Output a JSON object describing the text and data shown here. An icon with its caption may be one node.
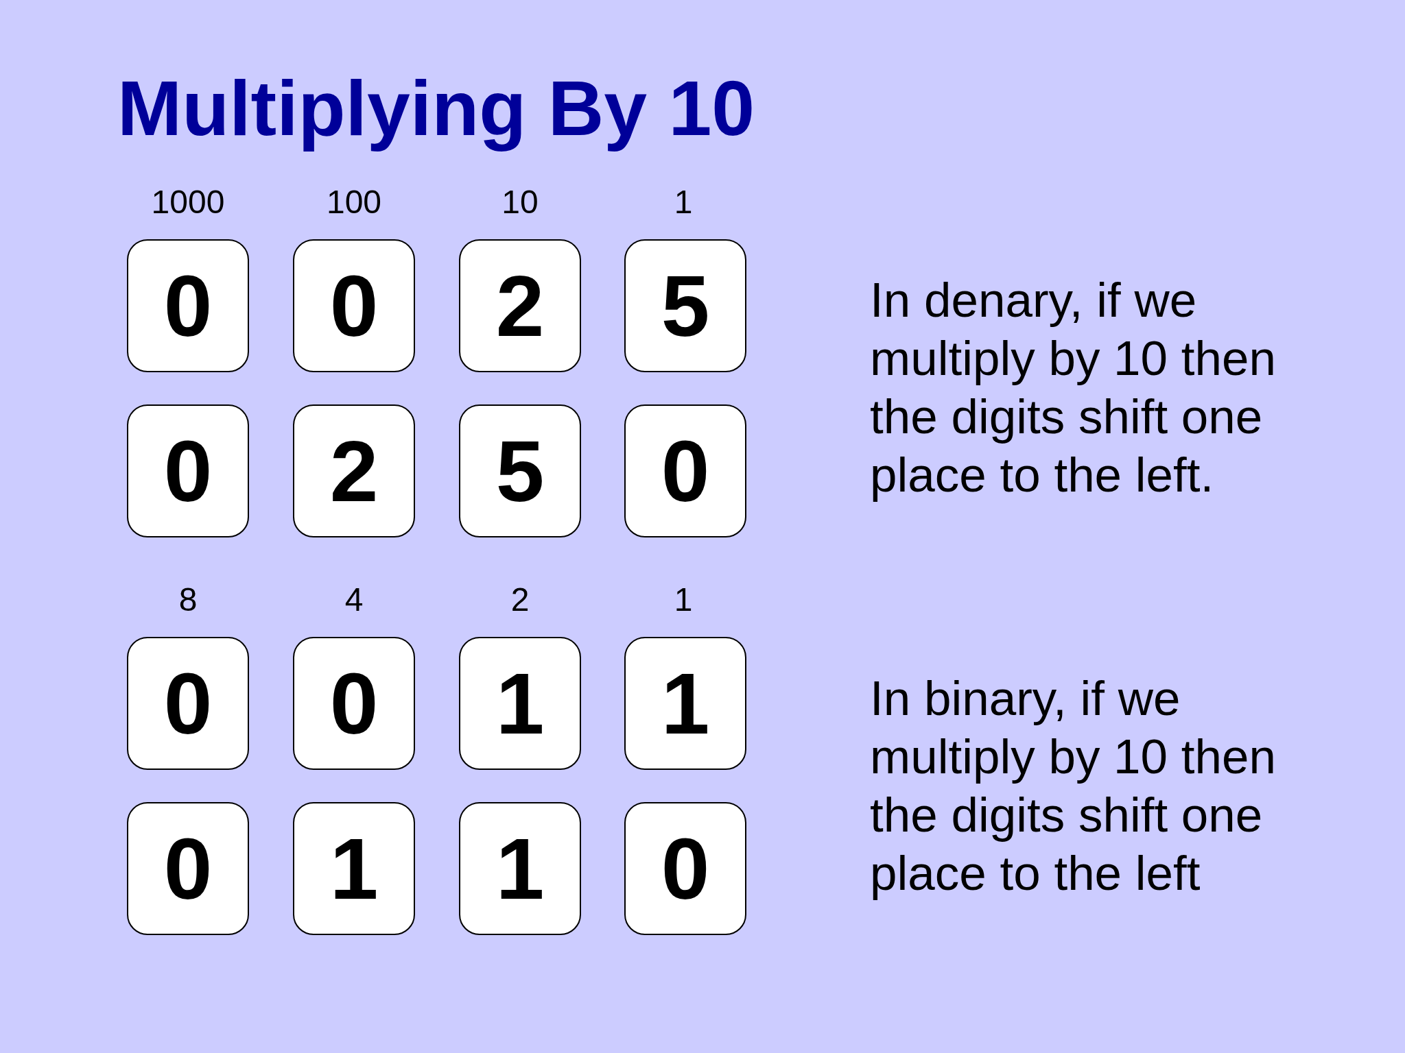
{
  "diagram": {
    "title": "Multiplying By 10",
    "nodes": [
      {
        "text": [
          "0"
        ]
      },
      {
        "text": [
          "0"
        ]
      },
      {
        "text": [
          "2"
        ]
      },
      {
        "text": [
          "5"
        ]
      },
      {
        "text": [
          "0"
        ]
      },
      {
        "text": [
          "2"
        ]
      },
      {
        "text": [
          "5"
        ]
      },
      {
        "text": [
          "0"
        ]
      },
      {
        "text": [
          "0"
        ]
      },
      {
        "text": [
          "0"
        ]
      },
      {
        "text": [
          "1"
        ]
      },
      {
        "text": [
          "1"
        ]
      },
      {
        "text": [
          "0"
        ]
      },
      {
        "text": [
          "1"
        ]
      },
      {
        "text": [
          "1"
        ]
      },
      {
        "text": [
          "0"
        ]
      }
    ],
    "labels": [
      "1000",
      "100",
      "10",
      "1",
      "In denary, if we multiply by 10 then the digits shift one place to the left.",
      "8",
      "4",
      "2",
      "1",
      "In binary, if we multiply by 10 then the digits shift one place to the left"
    ]
  }
}
